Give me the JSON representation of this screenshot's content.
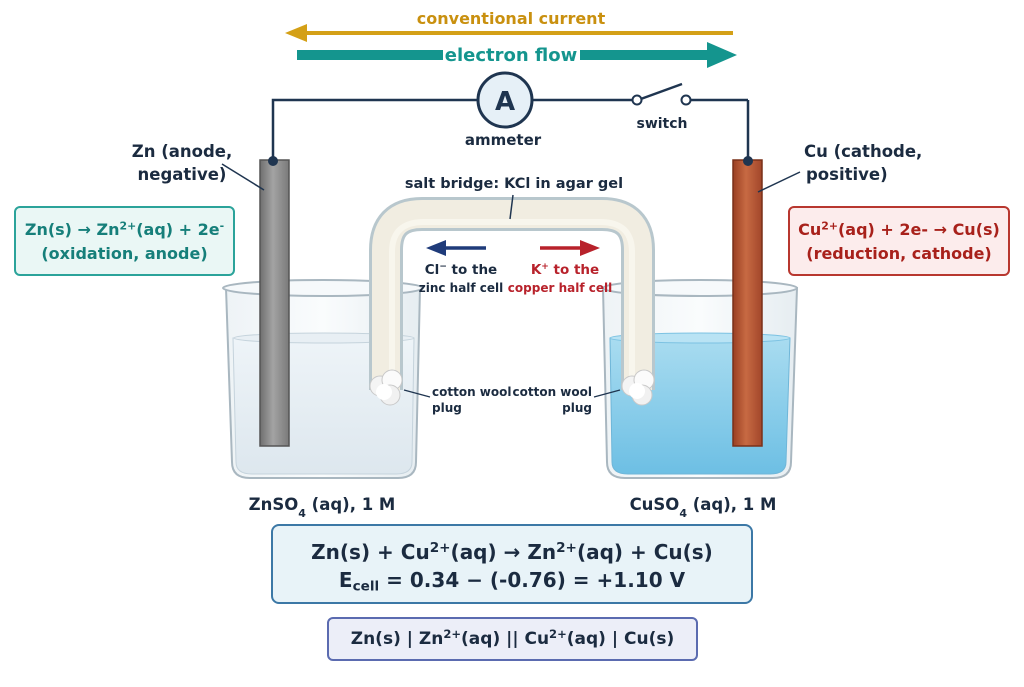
{
  "arrows": {
    "conventional_current": "conventional current",
    "electron_flow": "electron flow"
  },
  "circuit": {
    "ammeter_symbol": "A",
    "ammeter_label": "ammeter",
    "switch_label": "switch"
  },
  "anode": {
    "label_line1": "Zn (anode,",
    "label_line2": "negative)",
    "half_reaction": {
      "pre": "Zn(s) → Zn",
      "sup": "2+",
      "mid": "(aq) + 2e",
      "sup2": "-"
    },
    "half_reaction_type": "(oxidation, anode)",
    "solution": {
      "pre": "ZnSO",
      "sub": "4",
      "post": " (aq), 1 M"
    }
  },
  "cathode": {
    "label_line1": "Cu  (cathode,",
    "label_line2": "positive)",
    "half_reaction": {
      "pre": "Cu",
      "sup": "2+",
      "post": "(aq) + 2e- → Cu(s)"
    },
    "half_reaction_type": "(reduction, cathode)",
    "solution": {
      "pre": "CuSO",
      "sub": "4",
      "post": " (aq), 1 M"
    }
  },
  "salt_bridge": {
    "label": "salt bridge: KCl in agar gel",
    "anion_ion": "Cl",
    "anion_charge": "−",
    "anion_text": " to the",
    "anion_dest": "zinc half cell",
    "cation_ion": "K",
    "cation_charge": "+",
    "cation_text": " to the",
    "cation_dest": "copper half cell",
    "plug_left_line1": "cotton wool",
    "plug_left_line2": "plug",
    "plug_right_line1": "cotton wool",
    "plug_right_line2": "plug"
  },
  "overall": {
    "eq_pre": "Zn(s) + Cu",
    "eq_sup1": "2+",
    "eq_mid": "(aq)  →  Zn",
    "eq_sup2": "2+",
    "eq_post": "(aq) + Cu(s)",
    "ecell_e": "E",
    "ecell_sub": "cell",
    "ecell_expr": " = 0.34 − (-0.76) = +1.10 V"
  },
  "notation": {
    "p1": "Zn(s)  |  Zn",
    "s1": "2+",
    "p2": "(aq) || Cu",
    "s2": "2+",
    "p3": "(aq)  |  Cu(s)"
  },
  "colors": {
    "conventional": "#d4a017",
    "electron": "#14958e",
    "wire": "#1f3550",
    "zinc": "#8a8a8a",
    "copper": "#b5532f",
    "cu_solution": "#8fd0ec",
    "anion_arrow": "#1f3b7a",
    "cation_arrow": "#b8222b"
  }
}
